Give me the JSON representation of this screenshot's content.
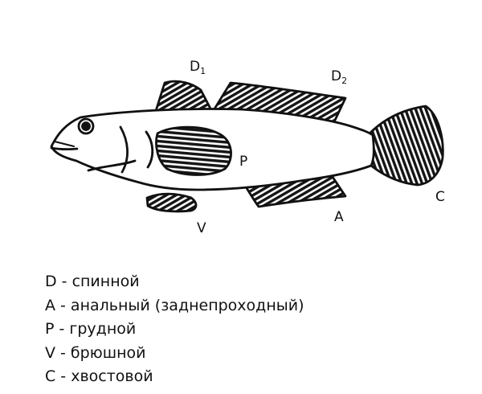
{
  "fin_labels": {
    "d1": {
      "letter": "D",
      "sub": "1"
    },
    "d2": {
      "letter": "D",
      "sub": "2"
    },
    "p": "P",
    "v": "V",
    "a": "A",
    "c": "C"
  },
  "legend": [
    "D - спинной",
    "A - анальный (заднепроходный)",
    "P - грудной",
    "V - брюшной",
    "C - хвостовой"
  ]
}
